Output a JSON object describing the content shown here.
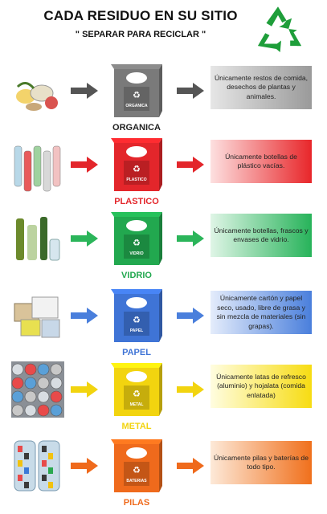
{
  "header": {
    "title": "CADA RESIDUO EN SU SITIO",
    "subtitle": "\" SEPARAR PARA RECICLAR \"",
    "logo_icon": "recycle-logo-icon",
    "logo_color": "#1e9e3a"
  },
  "rows": [
    {
      "key": "organica",
      "bin_label": "ORGANICA",
      "bin_text": "ORGANICA",
      "color": "#7a7a7a",
      "arrow_color": "#555555",
      "label_color": "#222222",
      "description": "Únicamente restos de comida, desechos de plantas y animales.",
      "photo_icon": "food-waste-icon"
    },
    {
      "key": "plastico",
      "bin_label": "PLASTICO",
      "bin_text": "PLASTICO",
      "color": "#e3262b",
      "arrow_color": "#e3262b",
      "label_color": "#e3262b",
      "description": "Únicamente botellas de plástico vacías.",
      "photo_icon": "plastic-bottles-icon"
    },
    {
      "key": "vidrio",
      "bin_label": "VIDRIO",
      "bin_text": "VIDRIO",
      "color": "#22a84f",
      "arrow_color": "#2bb55a",
      "label_color": "#22a84f",
      "description": "Únicamente botellas, frascos y envases de vidrio.",
      "photo_icon": "glass-bottles-icon"
    },
    {
      "key": "papel",
      "bin_label": "PAPEL",
      "bin_text": "PAPEL",
      "color": "#3f74d6",
      "arrow_color": "#4a7fdc",
      "label_color": "#3f74d6",
      "description": "Únicamente cartón y papel seco, usado, libre de grasa y sin mezcla de materiales (sin grapas).",
      "photo_icon": "paper-cardboard-icon"
    },
    {
      "key": "metal",
      "bin_label": "METAL",
      "bin_text": "METAL",
      "color": "#f2d40f",
      "arrow_color": "#f2d40f",
      "label_color": "#f2d40f",
      "description": "Únicamente latas de refresco (aluminio) y hojalata (comida enlatada)",
      "photo_icon": "metal-cans-icon"
    },
    {
      "key": "pilas",
      "bin_label": "PILAS",
      "bin_text": "BATERIAS",
      "color": "#ef6a1c",
      "arrow_color": "#ef6a1c",
      "label_color": "#ef6a1c",
      "description": "Únicamente pilas y baterías de todo tipo.",
      "photo_icon": "batteries-icon"
    }
  ]
}
